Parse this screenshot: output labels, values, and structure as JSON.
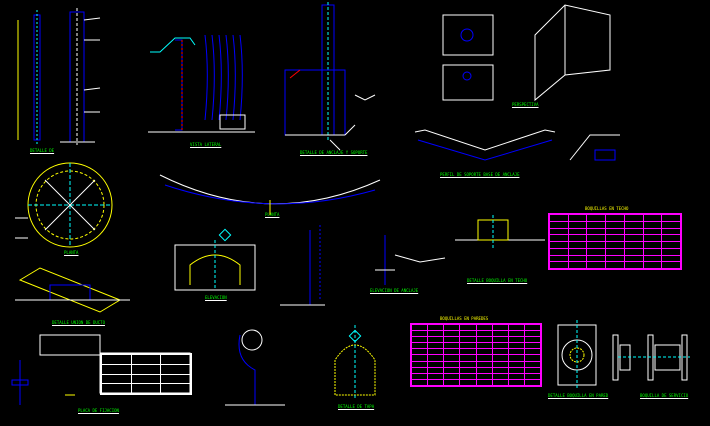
{
  "drawing": {
    "background": "#000000",
    "colors": {
      "structure": "#0000ff",
      "dimension": "#ffffff",
      "text": "#ffff00",
      "caption": "#00ff00",
      "table": "#ff00ff",
      "red": "#ff0000",
      "cyan": "#00ffff"
    }
  },
  "captions": [
    {
      "id": "cap-1",
      "text": "DETALLE DE"
    },
    {
      "id": "cap-2",
      "text": "VISTA LATERAL"
    },
    {
      "id": "cap-3",
      "text": "DETALLE DE ANCLAJE Y SOPORTE"
    },
    {
      "id": "cap-4",
      "text": "PERSPECTIVA"
    },
    {
      "id": "cap-5",
      "text": "PERFIL DE SOPORTE BASE DE ANCLAJE"
    },
    {
      "id": "cap-6",
      "text": "PLANTA"
    },
    {
      "id": "cap-7",
      "text": "PLANTA"
    },
    {
      "id": "cap-8",
      "text": "ELEVACION"
    },
    {
      "id": "cap-9",
      "text": "DETALLE UNION DE DUCTO"
    },
    {
      "id": "cap-10",
      "text": "ELEVACION DE ANCLAJE"
    },
    {
      "id": "cap-11",
      "text": "DETALLE BOQUILLA EN TECHO"
    },
    {
      "id": "cap-12",
      "text": "PLACA DE FIJACION"
    },
    {
      "id": "cap-13",
      "text": "DETALLE DE TAPA"
    },
    {
      "id": "cap-14",
      "text": "DETALLE BOQUILLA EN PARED"
    },
    {
      "id": "cap-15",
      "text": "BOQUILLA DE SERVICIO"
    }
  ],
  "tables": {
    "techo": {
      "title": "BOQUILLAS EN TECHO"
    },
    "paredes": {
      "title": "BOQUILLAS EN PAREDES"
    }
  }
}
